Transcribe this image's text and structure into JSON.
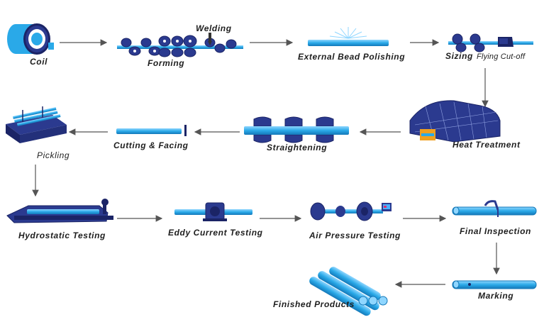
{
  "steps": {
    "coil": "Coil",
    "welding": "Welding",
    "forming": "Forming",
    "bead_polishing": "External Bead Polishing",
    "sizing": "Sizing",
    "flying_cutoff": "Flying Cut-off",
    "heat_treatment": "Heat Treatment",
    "straightening": "Straightening",
    "cutting_facing": "Cutting & Facing",
    "pickling": "Pickling",
    "hydrostatic": "Hydrostatic Testing",
    "eddy_current": "Eddy Current Testing",
    "air_pressure": "Air Pressure Testing",
    "final_inspection": "Final Inspection",
    "marking": "Marking",
    "finished": "Finished Products"
  },
  "colors": {
    "machine": "#2b3a8f",
    "machine_dark": "#1b2466",
    "pipe": "#2aa9e8",
    "pipe_light": "#8fd6ff",
    "arrow": "#555555",
    "furnace_glow": "#f0a020"
  },
  "icons": [
    "coil-icon",
    "forming-rolls-icon",
    "welding-torch-icon",
    "polishing-icon",
    "sizing-rolls-icon",
    "cutoff-saw-icon",
    "furnace-icon",
    "straightening-rolls-icon",
    "cut-pipe-icon",
    "pickling-tank-icon",
    "hydrotest-machine-icon",
    "eddy-current-icon",
    "air-pressure-icon",
    "inspection-clamp-icon",
    "marked-pipe-icon",
    "pipe-bundle-icon"
  ]
}
